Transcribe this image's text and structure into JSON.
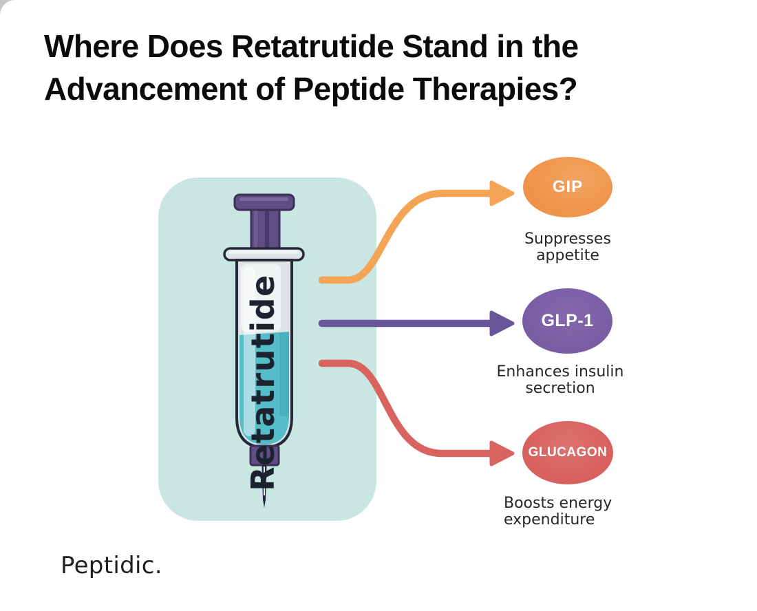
{
  "header": {
    "title_line1": "Where Does Retatrutide Stand in the",
    "title_line2": "Advancement of Peptide Therapies?"
  },
  "syringe": {
    "label": "Retatrutide",
    "panel_color": "#c9e6e2",
    "liquid_color": "#55bdc8",
    "plunger_color": "#5f4d83",
    "outline_color": "#242938"
  },
  "hormones": [
    {
      "label": "GIP",
      "caption_line1": "Suppresses",
      "caption_line2": "appetite",
      "bubble_color": "#ef9549",
      "arrow_color": "#f4a455"
    },
    {
      "label": "GLP-1",
      "caption_line1": "Enhances insulin",
      "caption_line2": "secretion",
      "bubble_color": "#7a5ea4",
      "arrow_color": "#675699"
    },
    {
      "label": "GLUCAGON",
      "caption_line1": "Boosts energy",
      "caption_line2": "expenditure",
      "bubble_color": "#d8615e",
      "arrow_color": "#d8635f"
    }
  ],
  "footer": {
    "brand": "Peptidic."
  }
}
